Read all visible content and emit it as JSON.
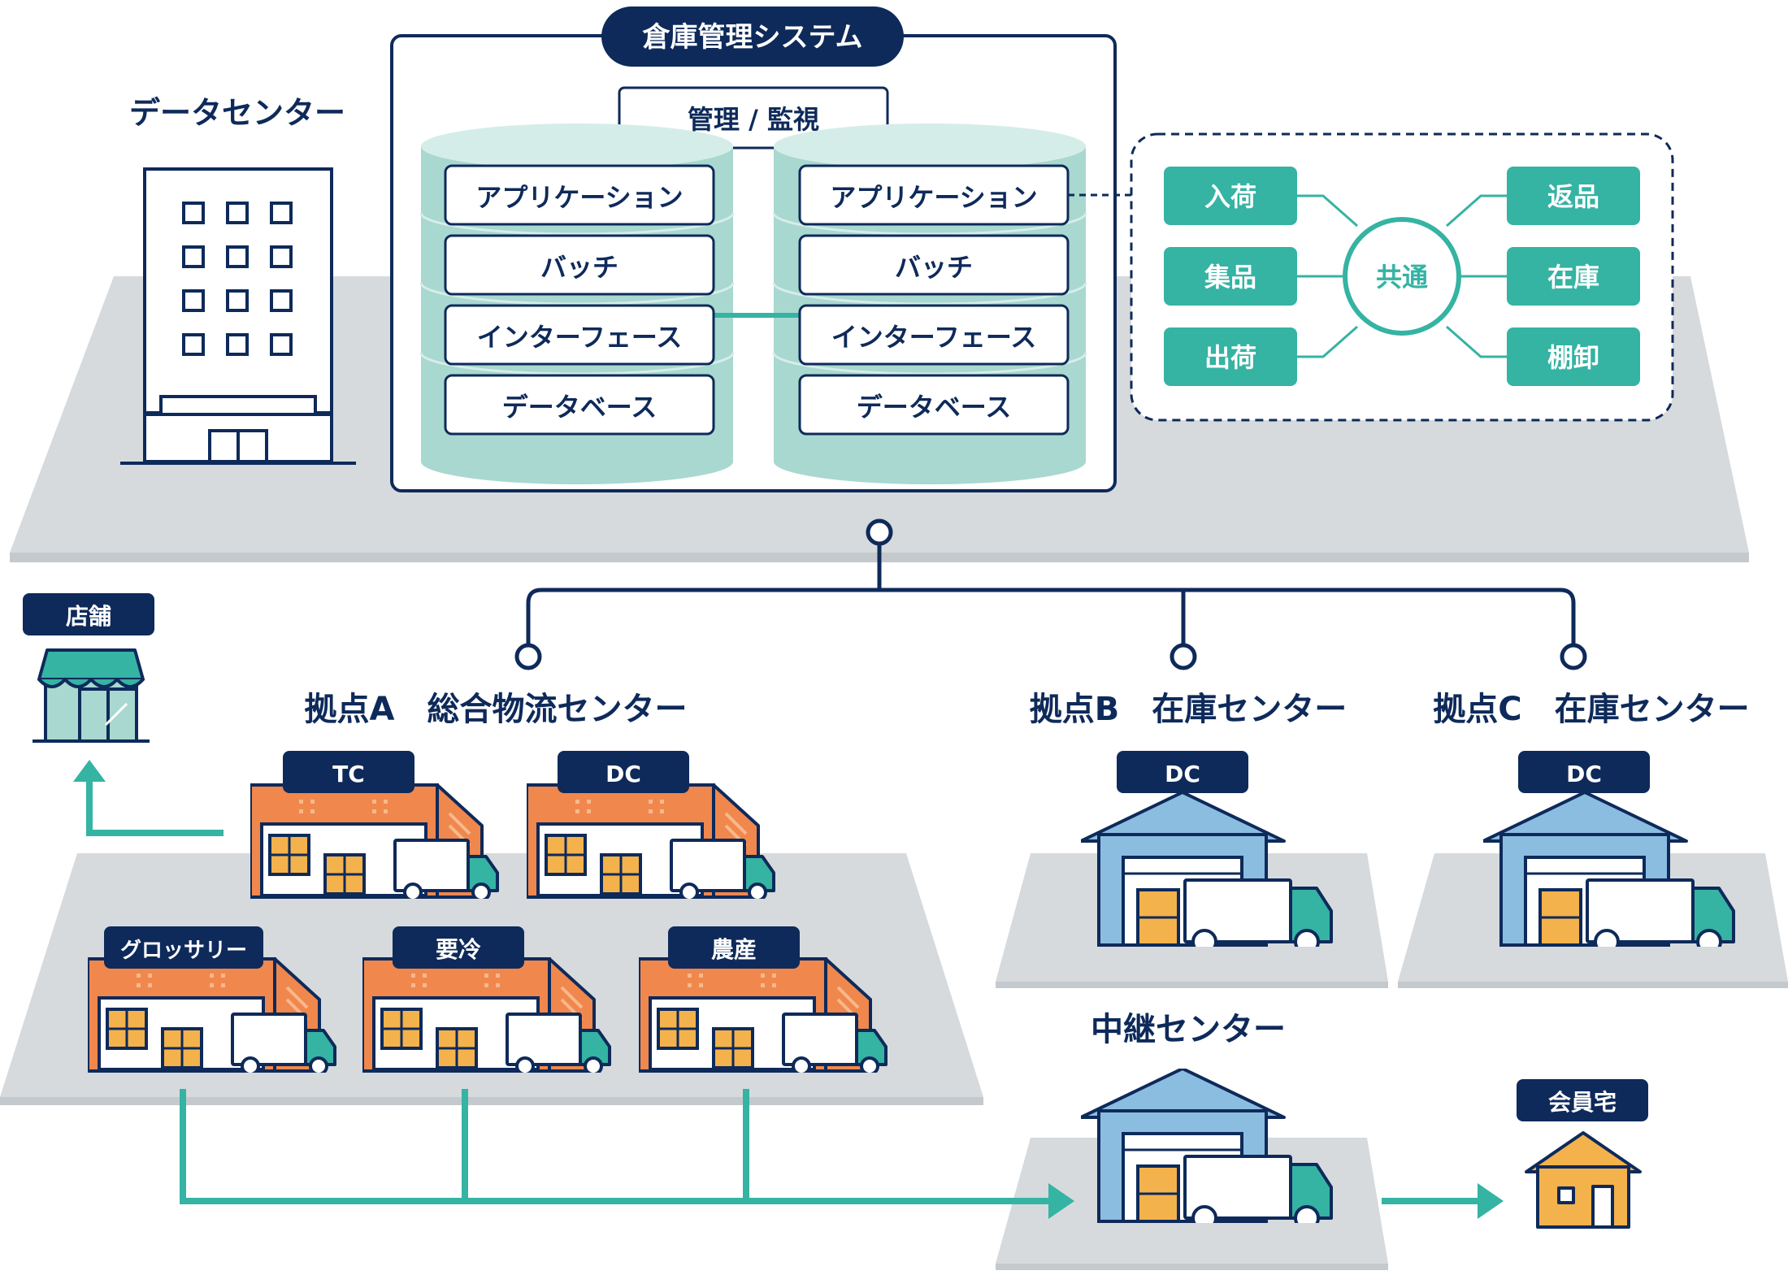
{
  "colors": {
    "navy": "#0e2a5a",
    "teal": "#35b3a3",
    "teal_light": "#a8d8cf",
    "orange": "#f0874d",
    "gray": "#d6dadd",
    "blue_light": "#8bbde0",
    "yellow": "#f4b24c"
  },
  "data_center": {
    "label": "データセンター"
  },
  "wms": {
    "title": "倉庫管理システム",
    "management": "管理 / 監視",
    "stacks": [
      {
        "layers": [
          "アプリケーション",
          "バッチ",
          "インターフェース",
          "データベース"
        ]
      },
      {
        "layers": [
          "アプリケーション",
          "バッチ",
          "インターフェース",
          "データベース"
        ]
      }
    ]
  },
  "modules": {
    "center": "共通",
    "left": [
      "入荷",
      "集品",
      "出荷"
    ],
    "right": [
      "返品",
      "在庫",
      "棚卸"
    ]
  },
  "store": {
    "badge": "店舗"
  },
  "site_a": {
    "title": "拠点A　総合物流センター",
    "warehouses": [
      "TC",
      "DC",
      "グロッサリー",
      "要冷",
      "農産"
    ]
  },
  "site_b": {
    "title": "拠点B　在庫センター",
    "badge": "DC"
  },
  "site_c": {
    "title": "拠点C　在庫センター",
    "badge": "DC"
  },
  "relay": {
    "title": "中継センター"
  },
  "member_home": {
    "badge": "会員宅"
  }
}
